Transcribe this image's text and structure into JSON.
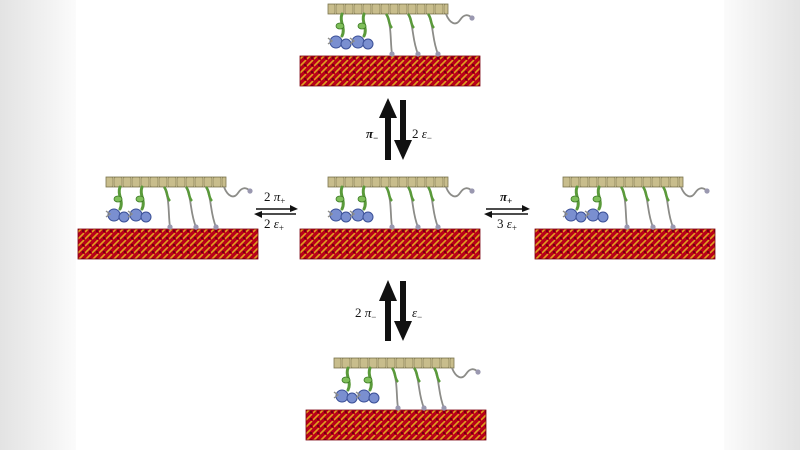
{
  "background": "#ffffff",
  "colors": {
    "filament": "#b8001a",
    "filament_stripe": "#e0a020",
    "thick_filament": "#d2c79a",
    "lever": "#5a9a3a",
    "motor_head": "#7a8fd0",
    "tail": "#8c8c88"
  },
  "states": [
    {
      "id": "top",
      "icon": "myosin-state-icon"
    },
    {
      "id": "left",
      "icon": "myosin-state-icon"
    },
    {
      "id": "center",
      "icon": "myosin-state-icon"
    },
    {
      "id": "right",
      "icon": "myosin-state-icon"
    },
    {
      "id": "bottom",
      "icon": "myosin-state-icon"
    }
  ],
  "arrows": [
    {
      "id": "top-center",
      "forward": {
        "coef": "",
        "sym": "π",
        "sub": "−"
      },
      "back": {
        "coef": "2 ",
        "sym": "ε",
        "sub": "−"
      }
    },
    {
      "id": "left-center",
      "forward": {
        "coef": "2 ",
        "sym": "π",
        "sub": "+"
      },
      "back": {
        "coef": "2 ",
        "sym": "ε",
        "sub": "+"
      }
    },
    {
      "id": "center-right",
      "forward": {
        "coef": "",
        "sym": "π",
        "sub": "+"
      },
      "back": {
        "coef": "3 ",
        "sym": "ε",
        "sub": "+"
      }
    },
    {
      "id": "bottom-center",
      "forward": {
        "coef": "2 ",
        "sym": "π",
        "sub": "−"
      },
      "back": {
        "coef": "",
        "sym": "ε",
        "sub": "−"
      }
    }
  ]
}
